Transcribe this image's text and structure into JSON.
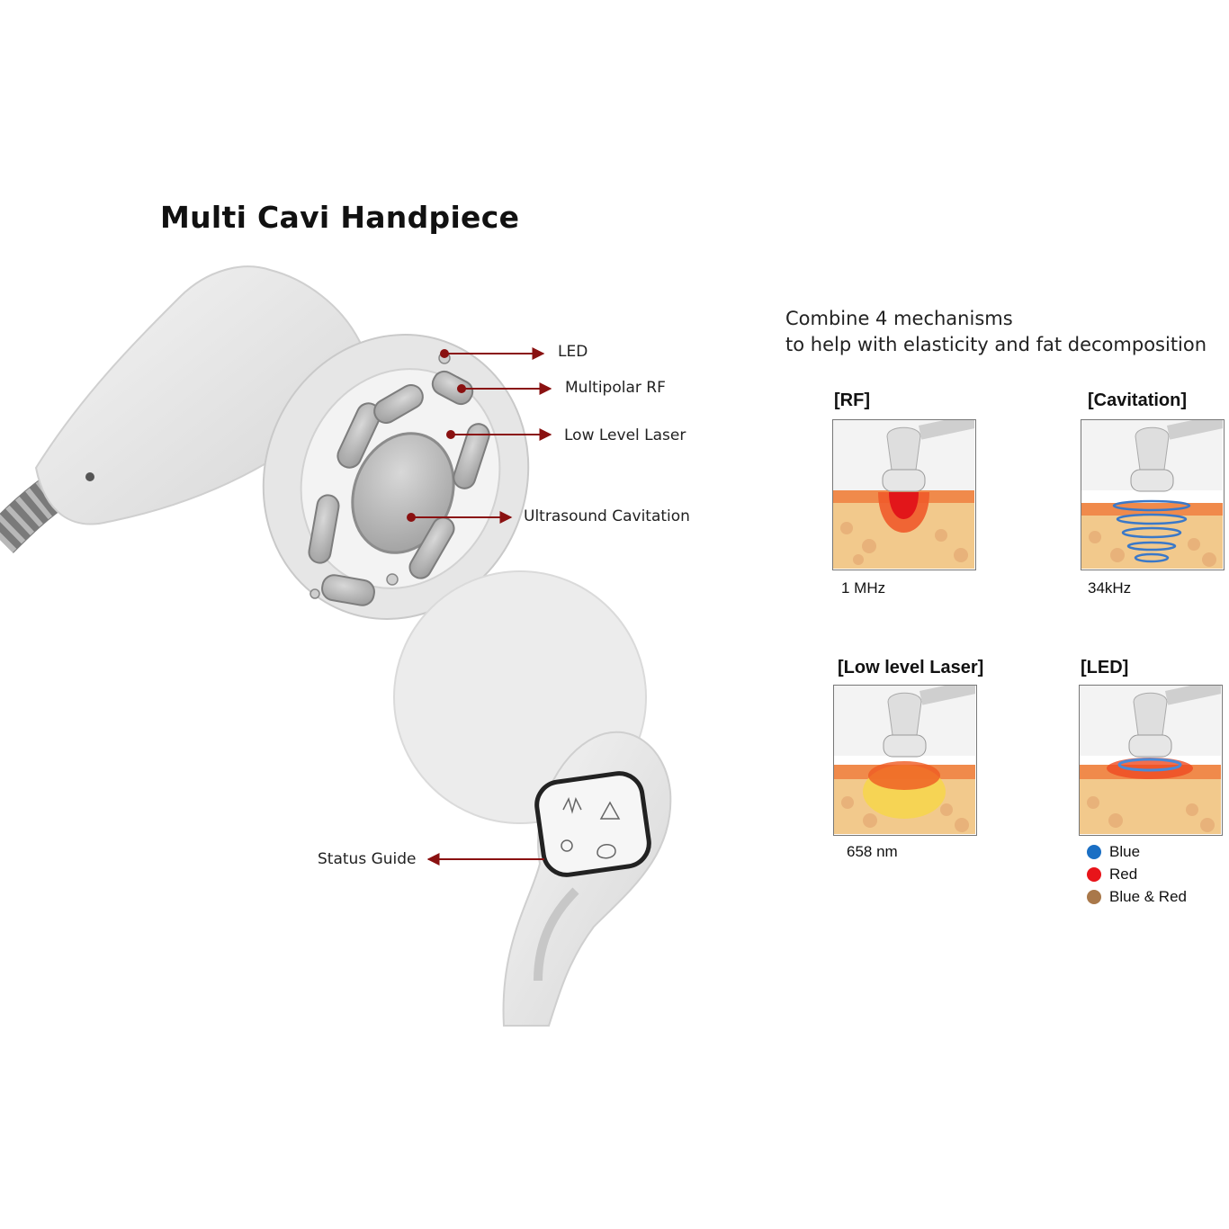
{
  "title": "Multi Cavi Handpiece",
  "callouts": {
    "led": "LED",
    "multipolar_rf": "Multipolar RF",
    "low_level_laser": "Low Level Laser",
    "ultrasound_cavitation": "Ultrasound Cavitation",
    "status_guide": "Status Guide"
  },
  "headline": {
    "line1": "Combine 4 mechanisms",
    "line2": "to help with elasticity and fat decomposition"
  },
  "mechanisms": [
    {
      "title": "[RF]",
      "value": "1 MHz"
    },
    {
      "title": "[Cavitation]",
      "value": "34kHz"
    },
    {
      "title": "[Low level Laser]",
      "value": "658 nm"
    },
    {
      "title": "[LED]",
      "value": ""
    }
  ],
  "led_legend": [
    {
      "label": "Blue",
      "color": "#1a6fc4"
    },
    {
      "label": "Red",
      "color": "#e8141a"
    },
    {
      "label": "Blue & Red",
      "color": "#a9784a"
    }
  ],
  "colors": {
    "arrow": "#8a1111",
    "device_body": "#ebebeb",
    "skin_fat": "#f2c98c"
  }
}
